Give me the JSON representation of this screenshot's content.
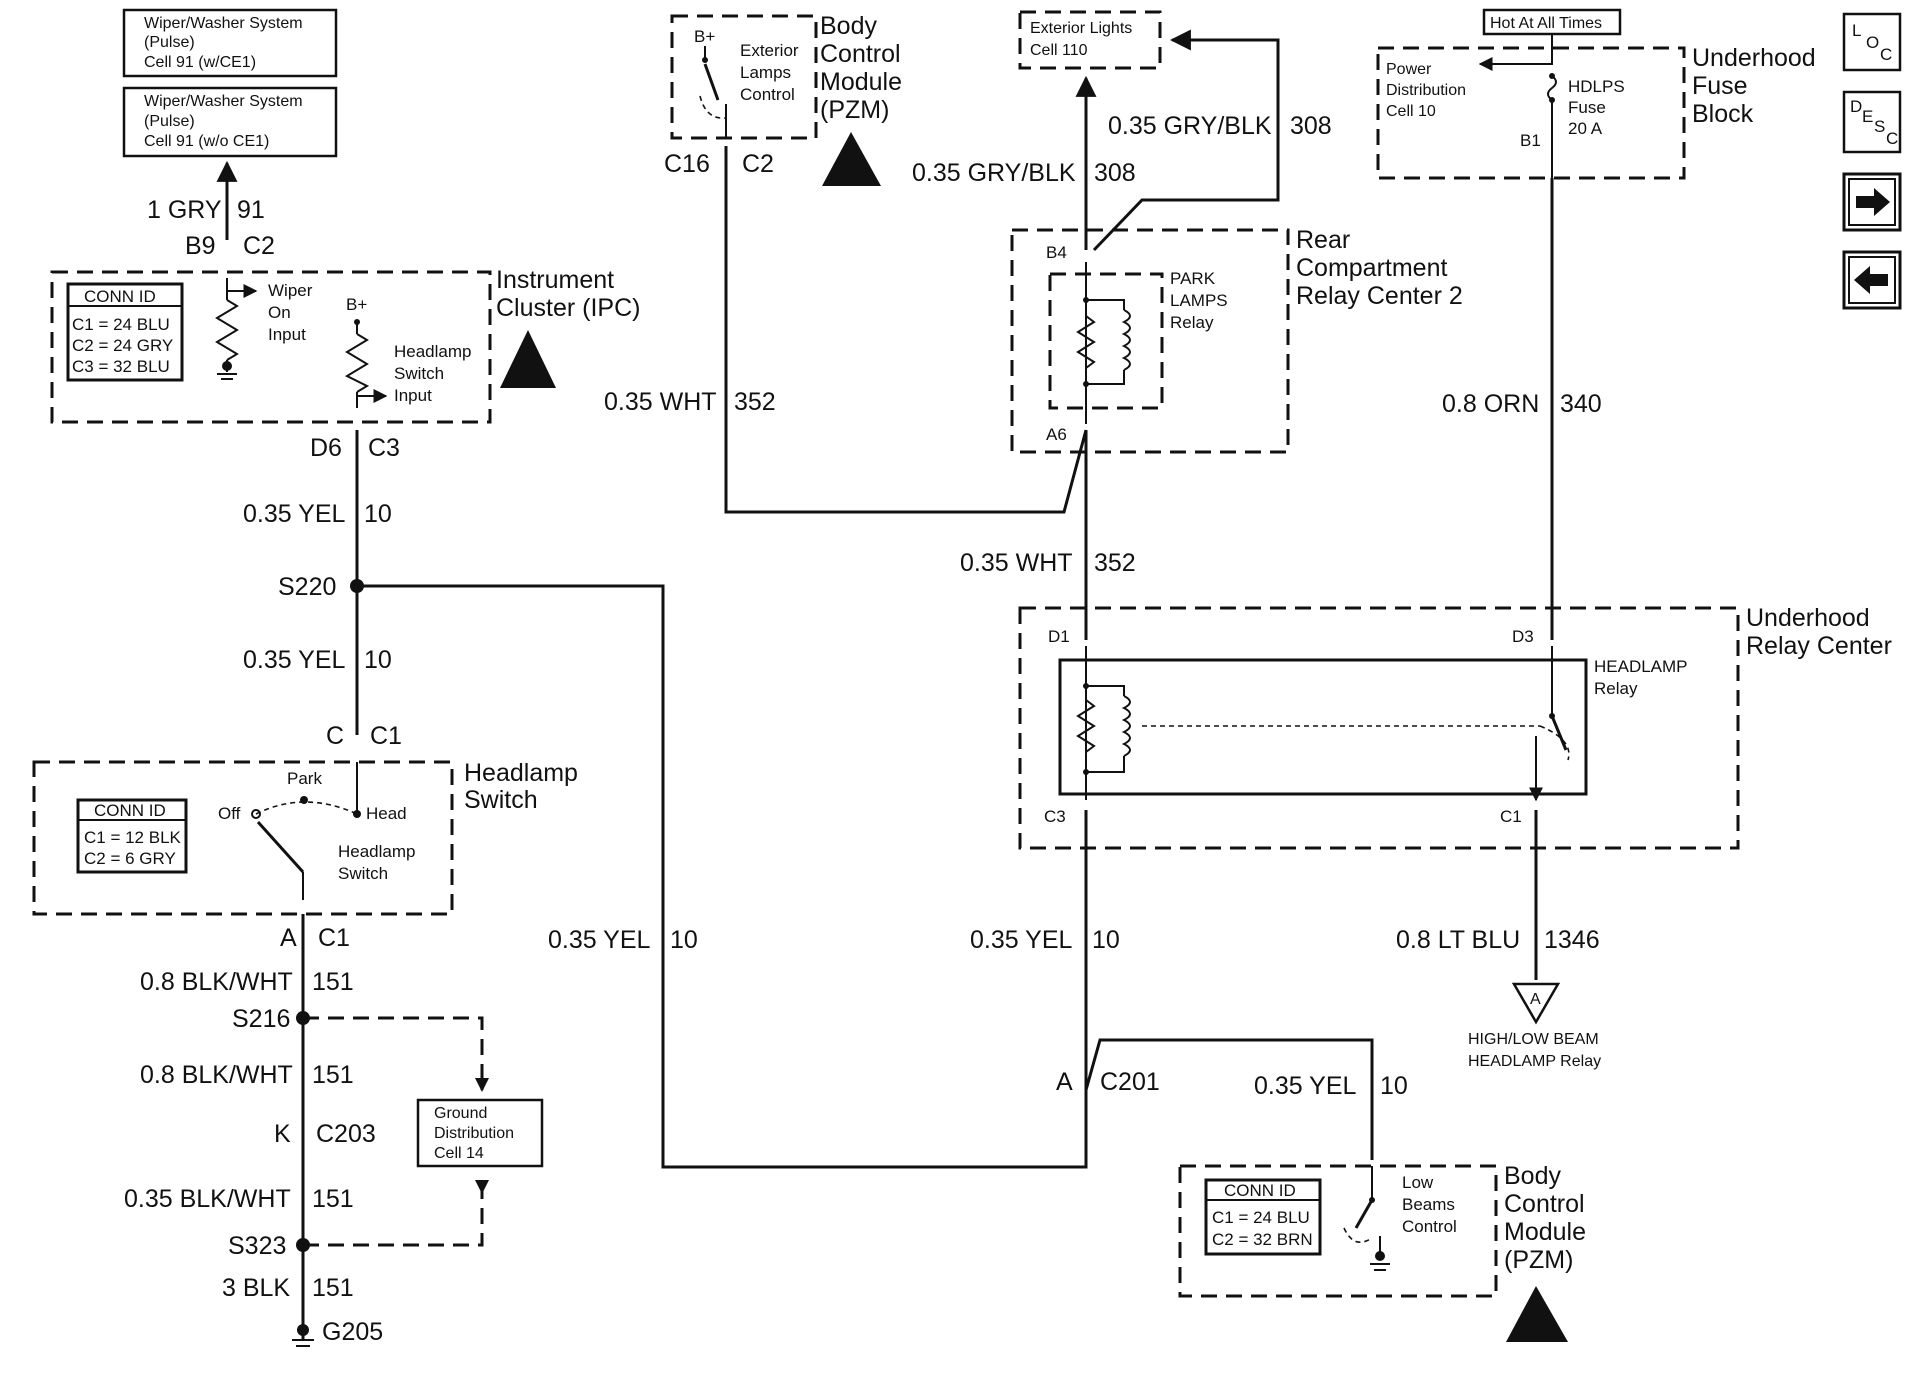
{
  "refs": {
    "wiper_ce1": [
      "Wiper/Washer System",
      "(Pulse)",
      "Cell 91 (w/CE1)"
    ],
    "wiper_no_ce1": [
      "Wiper/Washer System",
      "(Pulse)",
      "Cell 91 (w/o CE1)"
    ],
    "exterior_lights": [
      "Exterior Lights",
      "Cell 110"
    ],
    "ground_dist": [
      "Ground",
      "Distribution",
      "Cell 14"
    ],
    "power_dist": [
      "Power",
      "Distribution",
      "Cell 10"
    ],
    "hot_at_all_times": "Hot At All Times"
  },
  "components": {
    "bcm_top": {
      "title": [
        "Body",
        "Control",
        "Module",
        "(PZM)"
      ],
      "bplus": "B+",
      "switch": [
        "Exterior",
        "Lamps",
        "Control"
      ],
      "pins": [
        "C16",
        "C2"
      ]
    },
    "ipc": {
      "title": [
        "Instrument",
        "Cluster (IPC)"
      ],
      "conn_title": "CONN ID",
      "conn": [
        "C1 = 24 BLU",
        "C2 = 24 GRY",
        "C3 = 32 BLU"
      ],
      "wiper_input": [
        "Wiper",
        "On",
        "Input"
      ],
      "bplus": "B+",
      "hl_input": [
        "Headlamp",
        "Switch",
        "Input"
      ]
    },
    "rear_relay": {
      "title": [
        "Rear",
        "Compartment",
        "Relay Center 2"
      ],
      "relay": [
        "PARK",
        "LAMPS",
        "Relay"
      ],
      "pins": [
        "B4",
        "A6"
      ]
    },
    "fuse_block": {
      "title": [
        "Underhood",
        "Fuse",
        "Block"
      ],
      "fuse": [
        "HDLPS",
        "Fuse",
        "20 A"
      ],
      "pin": "B1"
    },
    "underhood_relay": {
      "title": [
        "Underhood",
        "Relay Center"
      ],
      "relay": [
        "HEADLAMP",
        "Relay"
      ],
      "pins": [
        "D1",
        "D3",
        "C3",
        "C1"
      ]
    },
    "headlamp_switch": {
      "title": [
        "Headlamp",
        "Switch"
      ],
      "conn_title": "CONN ID",
      "conn": [
        "C1 = 12 BLK",
        "C2 = 6 GRY"
      ],
      "positions": [
        "Off",
        "Park",
        "Head"
      ],
      "label": [
        "Headlamp",
        "Switch"
      ]
    },
    "bcm_bottom": {
      "title": [
        "Body",
        "Control",
        "Module",
        "(PZM)"
      ],
      "conn_title": "CONN ID",
      "conn": [
        "C1 = 24 BLU",
        "C2 = 32 BRN"
      ],
      "switch": [
        "Low",
        "Beams",
        "Control"
      ]
    },
    "hi_lo": {
      "marker": "A",
      "label": [
        "HIGH/LOW BEAM",
        "HEADLAMP Relay"
      ]
    }
  },
  "wires": {
    "gry_91": {
      "wire": "1 GRY",
      "circuit": "91",
      "pins": [
        "B9",
        "C2"
      ]
    },
    "grybk_308_a": {
      "wire": "0.35 GRY/BLK",
      "circuit": "308"
    },
    "grybk_308_b": {
      "wire": "0.35 GRY/BLK",
      "circuit": "308"
    },
    "wht_352_a": {
      "wire": "0.35 WHT",
      "circuit": "352"
    },
    "wht_352_b": {
      "wire": "0.35 WHT",
      "circuit": "352"
    },
    "orn_340": {
      "wire": "0.8 ORN",
      "circuit": "340"
    },
    "yel_10_a": {
      "wire": "0.35 YEL",
      "circuit": "10",
      "pins": [
        "D6",
        "C3"
      ]
    },
    "yel_10_b": {
      "wire": "0.35 YEL",
      "circuit": "10",
      "pins": [
        "C",
        "C1"
      ]
    },
    "yel_10_c": {
      "wire": "0.35 YEL",
      "circuit": "10"
    },
    "yel_10_d": {
      "wire": "0.35 YEL",
      "circuit": "10"
    },
    "yel_10_e": {
      "wire": "0.35 YEL",
      "circuit": "10"
    },
    "ltblu_1346": {
      "wire": "0.8 LT BLU",
      "circuit": "1346"
    },
    "blkwht_151_a": {
      "wire": "0.8 BLK/WHT",
      "circuit": "151",
      "pins": [
        "A",
        "C1"
      ]
    },
    "blkwht_151_b": {
      "wire": "0.8 BLK/WHT",
      "circuit": "151",
      "pins": [
        "K",
        "C203"
      ]
    },
    "blkwht_151_c": {
      "wire": "0.35 BLK/WHT",
      "circuit": "151"
    },
    "blk_151": {
      "wire": "3 BLK",
      "circuit": "151"
    }
  },
  "splices": {
    "s220": "S220",
    "s216": "S216",
    "s323": "S323"
  },
  "ground": "G205",
  "connector_c201": {
    "pin": "A",
    "name": "C201"
  },
  "nav": {
    "loc": [
      "L",
      "O",
      "C"
    ],
    "desc": [
      "D",
      "E",
      "S",
      "C"
    ]
  }
}
